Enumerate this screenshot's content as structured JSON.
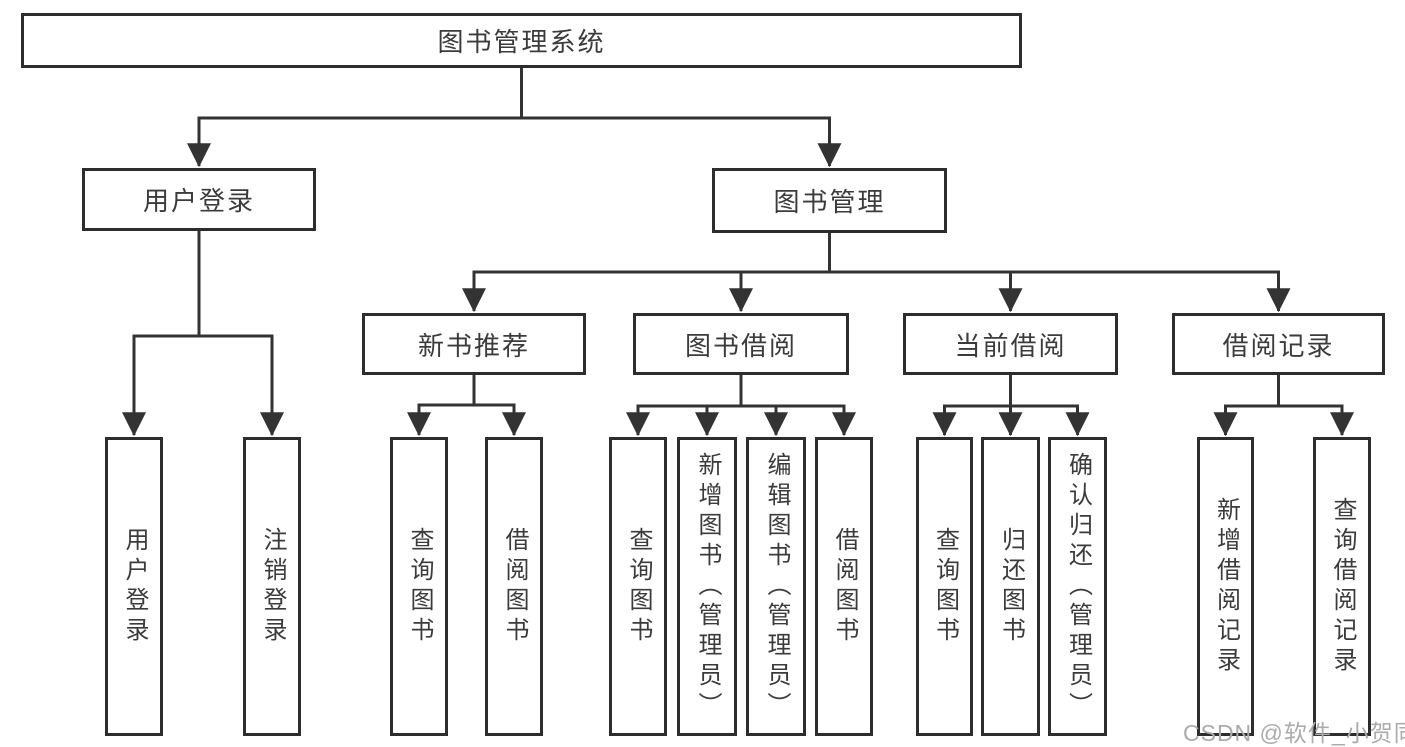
{
  "tree": {
    "root": {
      "label": "图书管理系统"
    },
    "level2": [
      {
        "label": "用户登录"
      },
      {
        "label": "图书管理"
      }
    ],
    "level3": [
      {
        "label": "新书推荐"
      },
      {
        "label": "图书借阅"
      },
      {
        "label": "当前借阅"
      },
      {
        "label": "借阅记录"
      }
    ],
    "leaves": {
      "user_login": [
        "用户登录",
        "注销登录"
      ],
      "new_book_recommend": [
        "查询图书",
        "借阅图书"
      ],
      "book_borrow": [
        "查询图书",
        "新增图书（管理员）",
        "编辑图书（管理员）",
        "借阅图书"
      ],
      "current_borrow": [
        "查询图书",
        "归还图书",
        "确认归还（管理员）"
      ],
      "borrow_records": [
        "新增借阅记录",
        "查询借阅记录"
      ]
    }
  },
  "watermark": {
    "text": "CSDN @软件_小贺同学"
  },
  "colors": {
    "line": "#333333",
    "box_border": "#2d2d2d",
    "text": "#3b3b3b",
    "watermark": "#ababab",
    "background": "#ffffff"
  }
}
